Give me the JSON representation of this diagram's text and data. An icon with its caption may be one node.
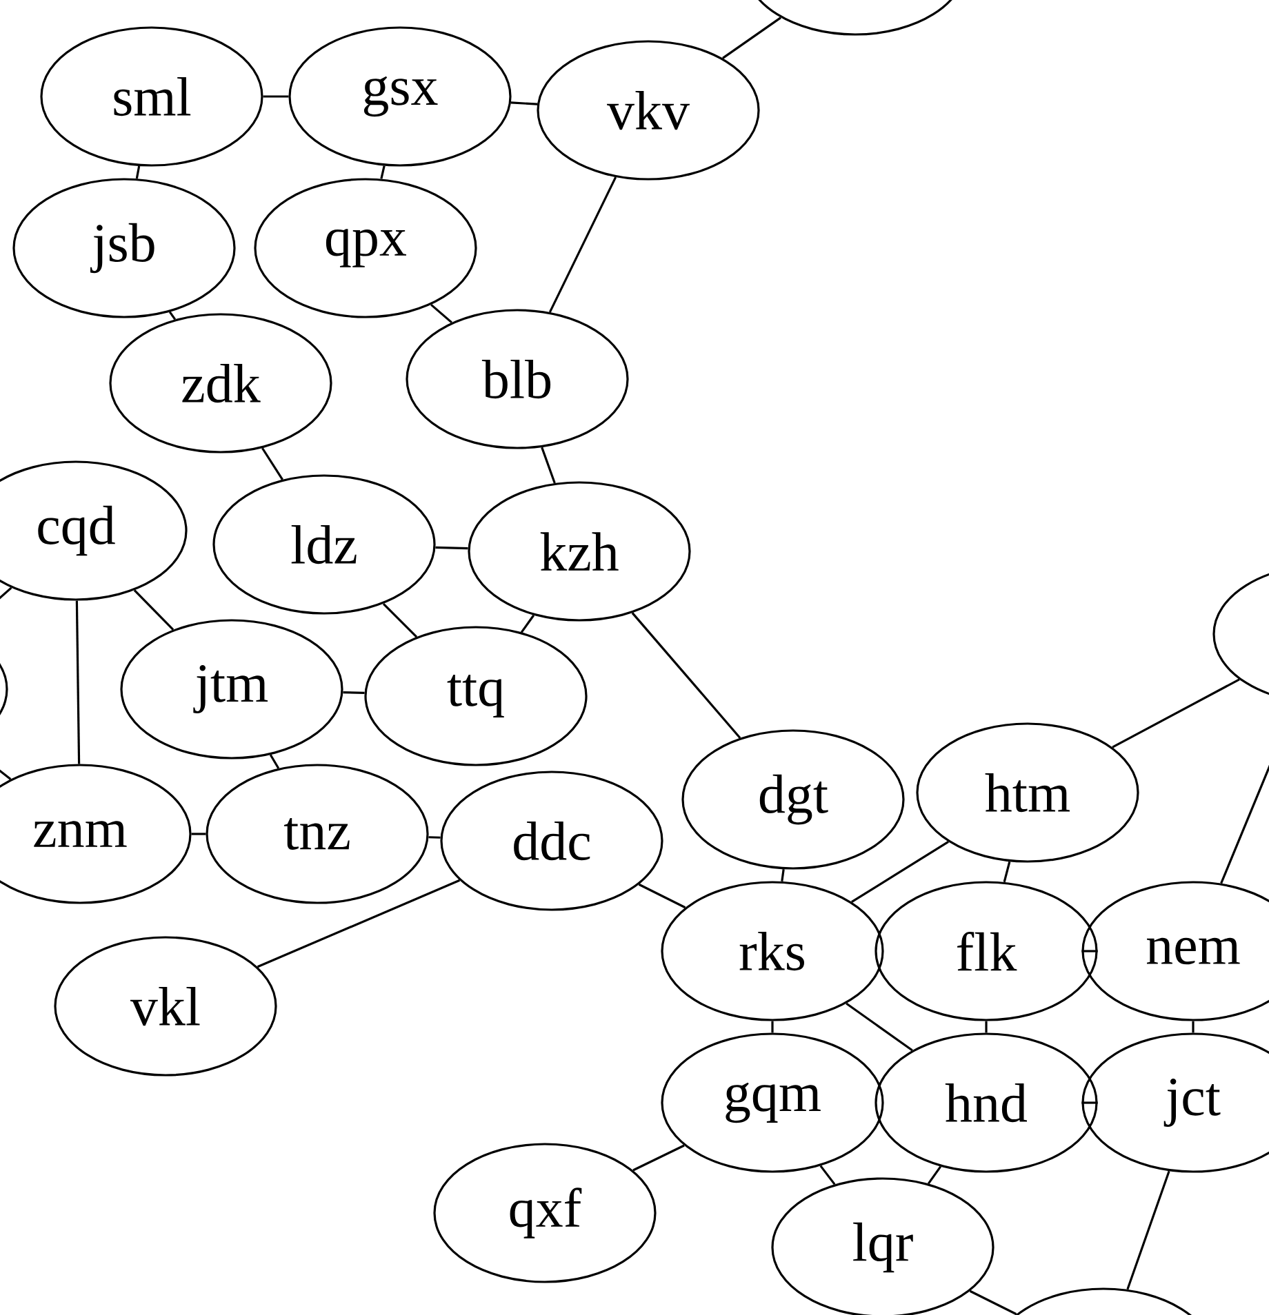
{
  "diagram": {
    "nodes": [
      {
        "text": [
          "vkv"
        ]
      },
      {
        "text": [
          "gsx"
        ]
      },
      {
        "text": [
          "sml"
        ]
      },
      {
        "text": [
          "jsb"
        ]
      },
      {
        "text": [
          "qpx"
        ]
      },
      {
        "text": [
          "zdk"
        ]
      },
      {
        "text": [
          "blb"
        ]
      },
      {
        "text": [
          "cqd"
        ]
      },
      {
        "text": [
          "ldz"
        ]
      },
      {
        "text": [
          "jtm"
        ]
      },
      {
        "text": [
          "ttq"
        ]
      },
      {
        "text": [
          "tnz"
        ]
      },
      {
        "text": [
          "kzh"
        ]
      },
      {
        "text": [
          "znm"
        ]
      },
      {
        "text": [
          "vkl"
        ]
      },
      {
        "text": [
          "ddc"
        ]
      },
      {
        "text": [
          "dgt"
        ]
      },
      {
        "text": [
          "rks"
        ]
      },
      {
        "text": [
          "htm"
        ]
      },
      {
        "text": [
          "flk"
        ]
      },
      {
        "text": [
          "nem"
        ]
      },
      {
        "text": [
          "gqm"
        ]
      },
      {
        "text": [
          "hnd"
        ]
      },
      {
        "text": [
          "jct"
        ]
      },
      {
        "text": [
          "qxf"
        ]
      },
      {
        "text": [
          "lqr"
        ]
      },
      {
        "text": [],
        "shape": "ellipse"
      },
      {
        "text": [],
        "shape": "ellipse"
      },
      {
        "text": [],
        "shape": "ellipse"
      },
      {
        "text": [],
        "shape": "ellipse"
      }
    ],
    "edges": [
      {
        "from": 14,
        "to": 15,
        "arrow": "none"
      },
      {
        "from": 6,
        "to": 12,
        "arrow": "none"
      },
      {
        "from": 0,
        "to": 6,
        "arrow": "none"
      },
      {
        "from": 11,
        "to": 15,
        "arrow": "none"
      },
      {
        "from": 12,
        "to": 16,
        "arrow": "none"
      },
      {
        "from": 15,
        "to": 17,
        "arrow": "none"
      },
      {
        "from": 16,
        "to": 17,
        "arrow": "none"
      },
      {
        "from": 17,
        "to": 18,
        "arrow": "none"
      },
      {
        "from": 18,
        "to": 19,
        "arrow": "none"
      },
      {
        "from": 18,
        "to": 27,
        "arrow": "none"
      },
      {
        "from": 22,
        "to": 23,
        "arrow": "none"
      },
      {
        "from": 21,
        "to": 24,
        "arrow": "none"
      },
      {
        "from": 17,
        "to": 21,
        "arrow": "none"
      },
      {
        "from": 22,
        "to": 25,
        "arrow": "none"
      },
      {
        "from": 17,
        "to": 22,
        "arrow": "none"
      },
      {
        "from": 13,
        "to": 11,
        "arrow": "none"
      },
      {
        "from": 9,
        "to": 11,
        "arrow": "none"
      },
      {
        "from": 22,
        "to": 19,
        "arrow": "none"
      },
      {
        "from": 21,
        "to": 25,
        "arrow": "none"
      },
      {
        "from": 2,
        "to": 3,
        "arrow": "none"
      },
      {
        "from": 1,
        "to": 4,
        "arrow": "none"
      },
      {
        "from": 4,
        "to": 6,
        "arrow": "none"
      },
      {
        "from": 5,
        "to": 8,
        "arrow": "none"
      },
      {
        "from": 3,
        "to": 5,
        "arrow": "none"
      },
      {
        "from": 7,
        "to": 13,
        "arrow": "none"
      },
      {
        "from": 7,
        "to": 9,
        "arrow": "none"
      },
      {
        "from": 10,
        "to": 12,
        "arrow": "none"
      },
      {
        "from": 26,
        "to": 0,
        "arrow": "none"
      },
      {
        "from": 27,
        "to": 20,
        "arrow": "none"
      },
      {
        "from": 29,
        "to": 7,
        "arrow": "none"
      },
      {
        "from": 29,
        "to": 13,
        "arrow": "none"
      },
      {
        "from": 28,
        "to": 25,
        "arrow": "none"
      },
      {
        "from": 23,
        "to": 28,
        "arrow": "none"
      },
      {
        "from": 20,
        "to": 23,
        "arrow": "none"
      },
      {
        "from": 19,
        "to": 20,
        "arrow": "none"
      },
      {
        "from": 8,
        "to": 10,
        "arrow": "none"
      },
      {
        "from": 2,
        "to": 1,
        "arrow": "none"
      },
      {
        "from": 1,
        "to": 0,
        "arrow": "none"
      },
      {
        "from": 9,
        "to": 10,
        "arrow": "none"
      },
      {
        "from": 8,
        "to": 12,
        "arrow": "none"
      }
    ]
  }
}
